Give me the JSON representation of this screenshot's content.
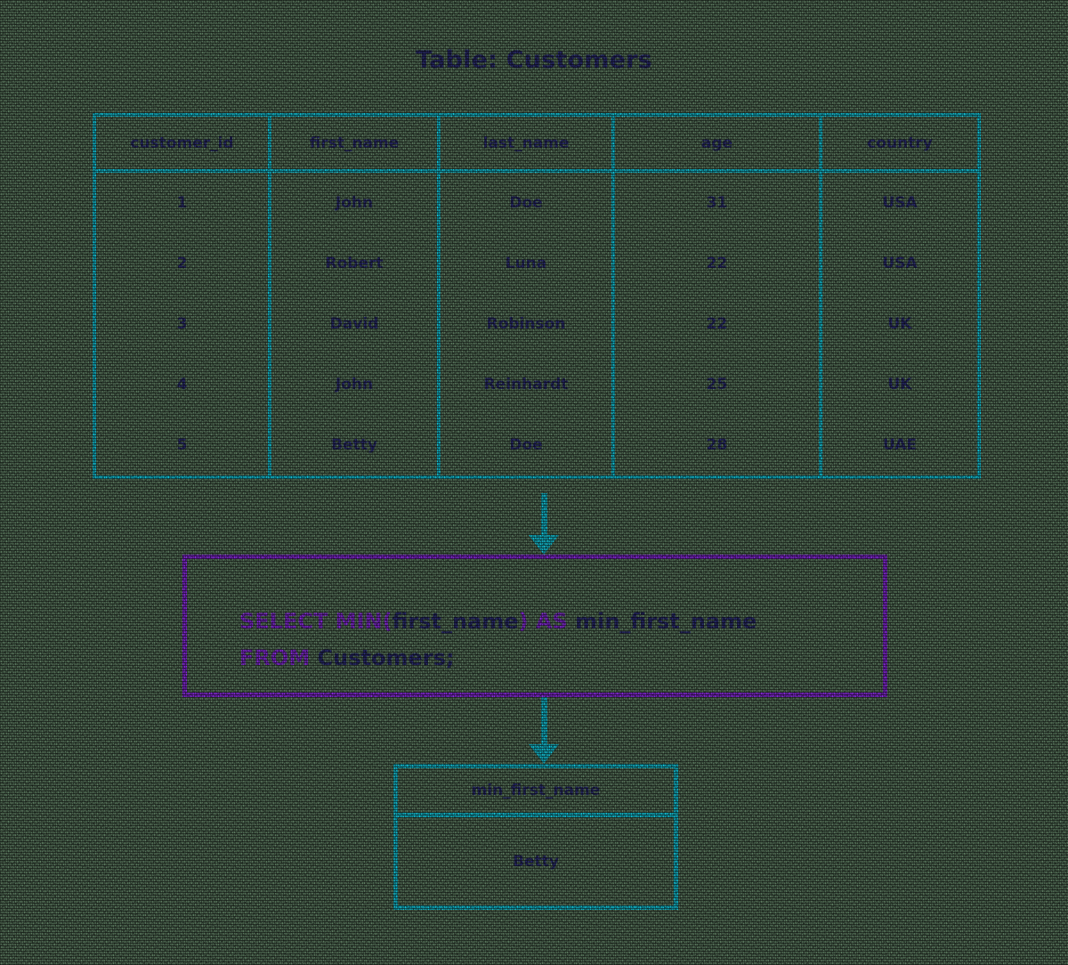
{
  "title": "Table: Customers",
  "colors": {
    "background": "#5c7a60",
    "table_border": "#15c6da",
    "text": "#2c2e73",
    "keyword": "#8b2ce2",
    "query_box_border": "#8b2ce2"
  },
  "customers_table": {
    "columns": [
      "customer_id",
      "first_name",
      "last_name",
      "age",
      "country"
    ],
    "rows": [
      [
        "1",
        "John",
        "Doe",
        "31",
        "USA"
      ],
      [
        "2",
        "Robert",
        "Luna",
        "22",
        "USA"
      ],
      [
        "3",
        "David",
        "Robinson",
        "22",
        "UK"
      ],
      [
        "4",
        "John",
        "Reinhardt",
        "25",
        "UK"
      ],
      [
        "5",
        "Betty",
        "Doe",
        "28",
        "UAE"
      ]
    ]
  },
  "query": {
    "line1": {
      "kw1": "SELECT MIN(",
      "id1": "first_name",
      "kw2": ") AS ",
      "id2": "min_first_name"
    },
    "line2": {
      "kw1": "FROM ",
      "id1": "Customers;"
    },
    "full_text": "SELECT MIN(first_name) AS min_first_name FROM Customers;"
  },
  "result_table": {
    "column": "min_first_name",
    "value": "Betty"
  },
  "arrows": {
    "arrow_1_label": "down-arrow-table-to-query",
    "arrow_2_label": "down-arrow-query-to-result"
  }
}
